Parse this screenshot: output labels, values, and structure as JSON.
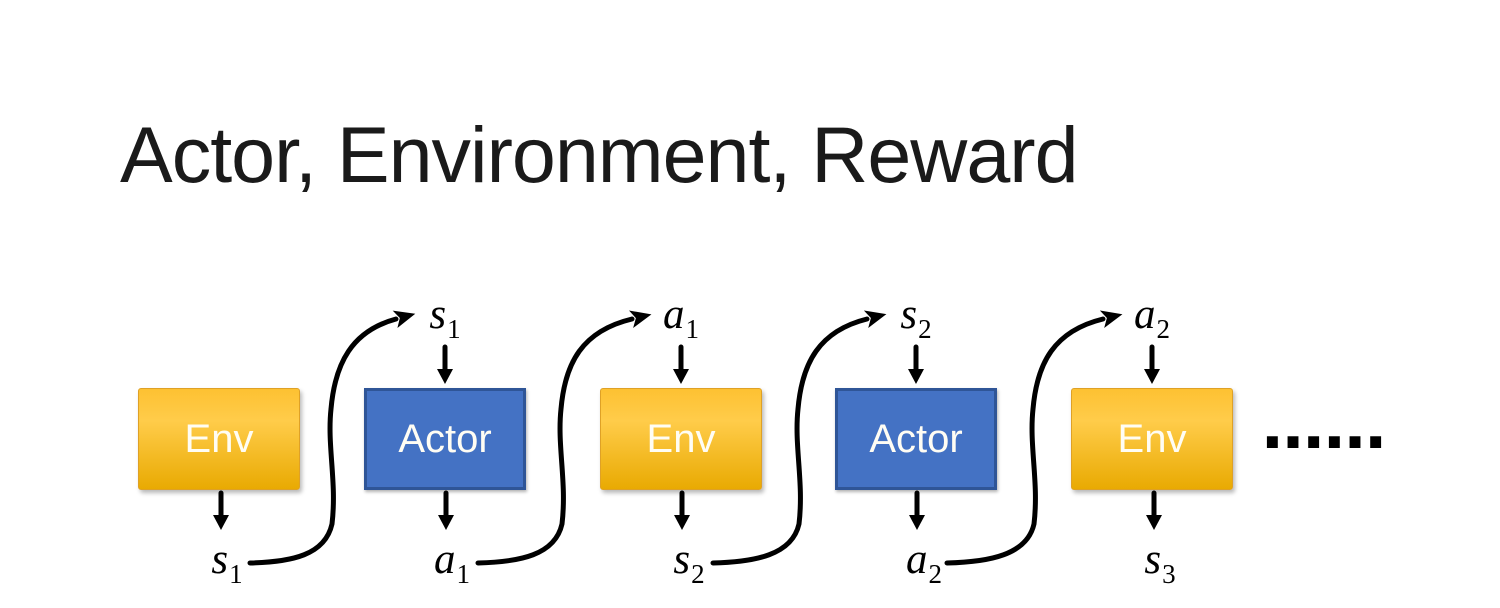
{
  "title": "Actor, Environment, Reward",
  "colors": {
    "title_text": "#1a1a1a",
    "env_fill_top": "#fdc132",
    "env_fill_mid": "#ffcc4a",
    "env_fill_bottom": "#e9aa02",
    "env_border": "#dfa126",
    "actor_fill": "#4472c4",
    "actor_border": "#2f5597",
    "box_text": "#fffdf4",
    "arrow": "#000000"
  },
  "diagram": {
    "boxes": [
      {
        "id": "env-1",
        "label": "Env"
      },
      {
        "id": "actor-1",
        "label": "Actor"
      },
      {
        "id": "env-2",
        "label": "Env"
      },
      {
        "id": "actor-2",
        "label": "Actor"
      },
      {
        "id": "env-3",
        "label": "Env"
      }
    ],
    "top_labels": [
      {
        "base": "s",
        "sub": "1"
      },
      {
        "base": "a",
        "sub": "1"
      },
      {
        "base": "s",
        "sub": "2"
      },
      {
        "base": "a",
        "sub": "2"
      }
    ],
    "bottom_labels": [
      {
        "base": "s",
        "sub": "1"
      },
      {
        "base": "a",
        "sub": "1"
      },
      {
        "base": "s",
        "sub": "2"
      },
      {
        "base": "a",
        "sub": "2"
      },
      {
        "base": "s",
        "sub": "3"
      }
    ],
    "ellipsis": "……"
  }
}
